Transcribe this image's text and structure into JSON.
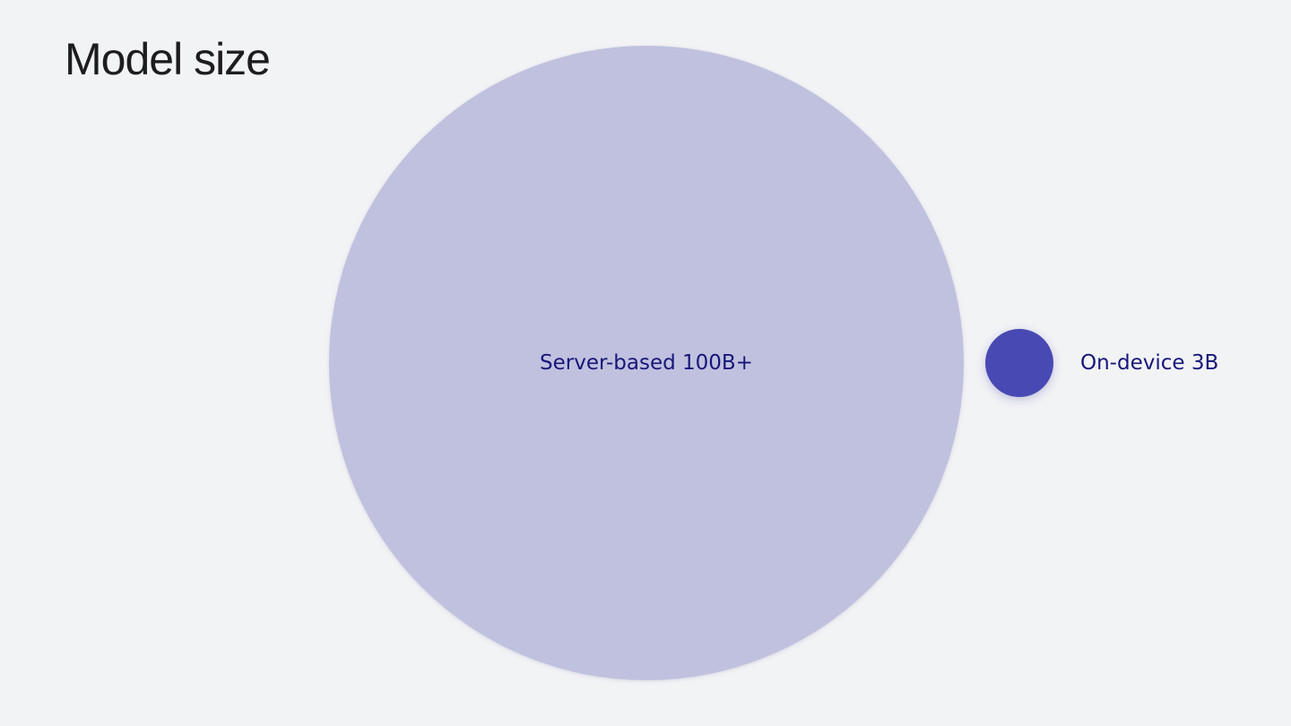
{
  "title": "Model size",
  "colors": {
    "background": "#f2f3f5",
    "server_bubble": "#c0c1de",
    "device_bubble": "#4a4ab3",
    "label": "#16167a"
  },
  "chart_data": {
    "type": "bubble",
    "title": "Model size",
    "unit": "B",
    "series": [
      {
        "name": "Server-based 100B+",
        "label": "Server-based 100B+",
        "value": 100,
        "color": "#c0c1de"
      },
      {
        "name": "On-device 3B",
        "label": "On-device 3B",
        "value": 3,
        "color": "#4a4ab3"
      }
    ]
  }
}
